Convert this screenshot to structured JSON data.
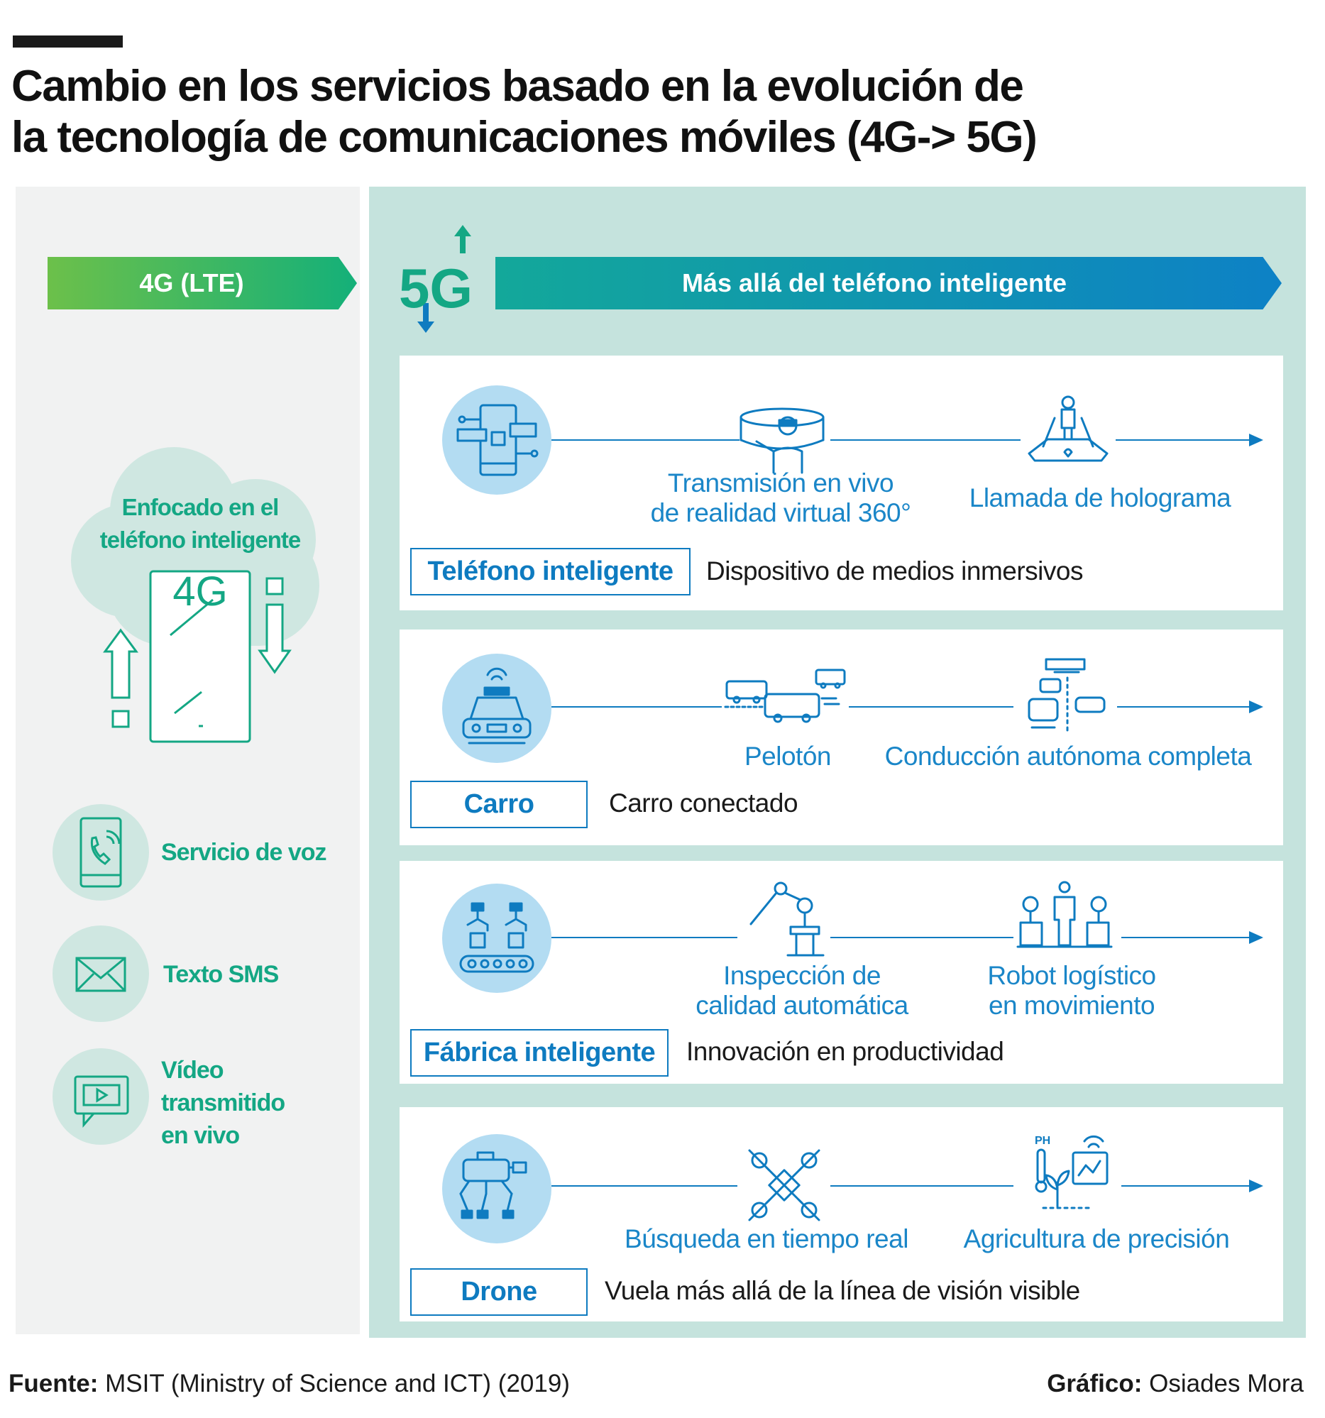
{
  "title": {
    "line1": "Cambio en los servicios basado en la evolución de",
    "line2": "la tecnología de comunicaciones móviles (4G-> 5G)"
  },
  "left_panel": {
    "banner": "4G (LTE)",
    "cloud_text_line1": "Enfocado en el",
    "cloud_text_line2": "teléfono inteligente",
    "phone_label": "4G",
    "services": [
      {
        "label": "Servicio de voz",
        "icon": "phone-call-icon"
      },
      {
        "label": "Texto SMS",
        "icon": "envelope-icon"
      },
      {
        "label_lines": [
          "Vídeo",
          "transmitido",
          "en vivo"
        ],
        "icon": "video-chat-icon"
      }
    ]
  },
  "right_panel": {
    "logo": "5G",
    "banner": "Más allá del teléfono inteligente",
    "rows": [
      {
        "category": "Teléfono inteligente",
        "description": "Dispositivo de medios inmersivos",
        "icon": "smartphone-apps-icon",
        "features": [
          {
            "label_lines": [
              "Transmisión en vivo",
              "de realidad virtual 360°"
            ],
            "icon": "vr-360-icon"
          },
          {
            "label_lines": [
              "Llamada de holograma"
            ],
            "icon": "hologram-icon"
          }
        ]
      },
      {
        "category": "Carro",
        "description": "Carro conectado",
        "icon": "connected-car-icon",
        "features": [
          {
            "label_lines": [
              "Pelotón"
            ],
            "icon": "platoon-trucks-icon"
          },
          {
            "label_lines": [
              "Conducción autónoma completa"
            ],
            "icon": "autonomous-driving-icon"
          }
        ]
      },
      {
        "category": "Fábrica inteligente",
        "description": "Innovación en productividad",
        "icon": "factory-conveyor-icon",
        "features": [
          {
            "label_lines": [
              "Inspección de",
              "calidad automática"
            ],
            "icon": "robot-arm-icon"
          },
          {
            "label_lines": [
              "Robot logístico",
              "en movimiento"
            ],
            "icon": "logistics-robots-icon"
          }
        ]
      },
      {
        "category": "Drone",
        "description": "Vuela más allá de la línea de visión visible",
        "icon": "drone-robot-icon",
        "features": [
          {
            "label_lines": [
              "Búsqueda en tiempo real"
            ],
            "icon": "quadcopter-icon"
          },
          {
            "label_lines": [
              "Agricultura de precisión"
            ],
            "icon": "smart-farming-icon"
          }
        ]
      }
    ]
  },
  "footer": {
    "source_label": "Fuente:",
    "source_text": "MSIT (Ministry of Science and ICT) (2019)",
    "credit_label": "Gráfico:",
    "credit_text": "Osiades Mora"
  },
  "colors": {
    "green": "#14a784",
    "blue": "#0e7bc0",
    "panel_left": "#f1f2f2",
    "panel_right": "#c5e3dd"
  }
}
